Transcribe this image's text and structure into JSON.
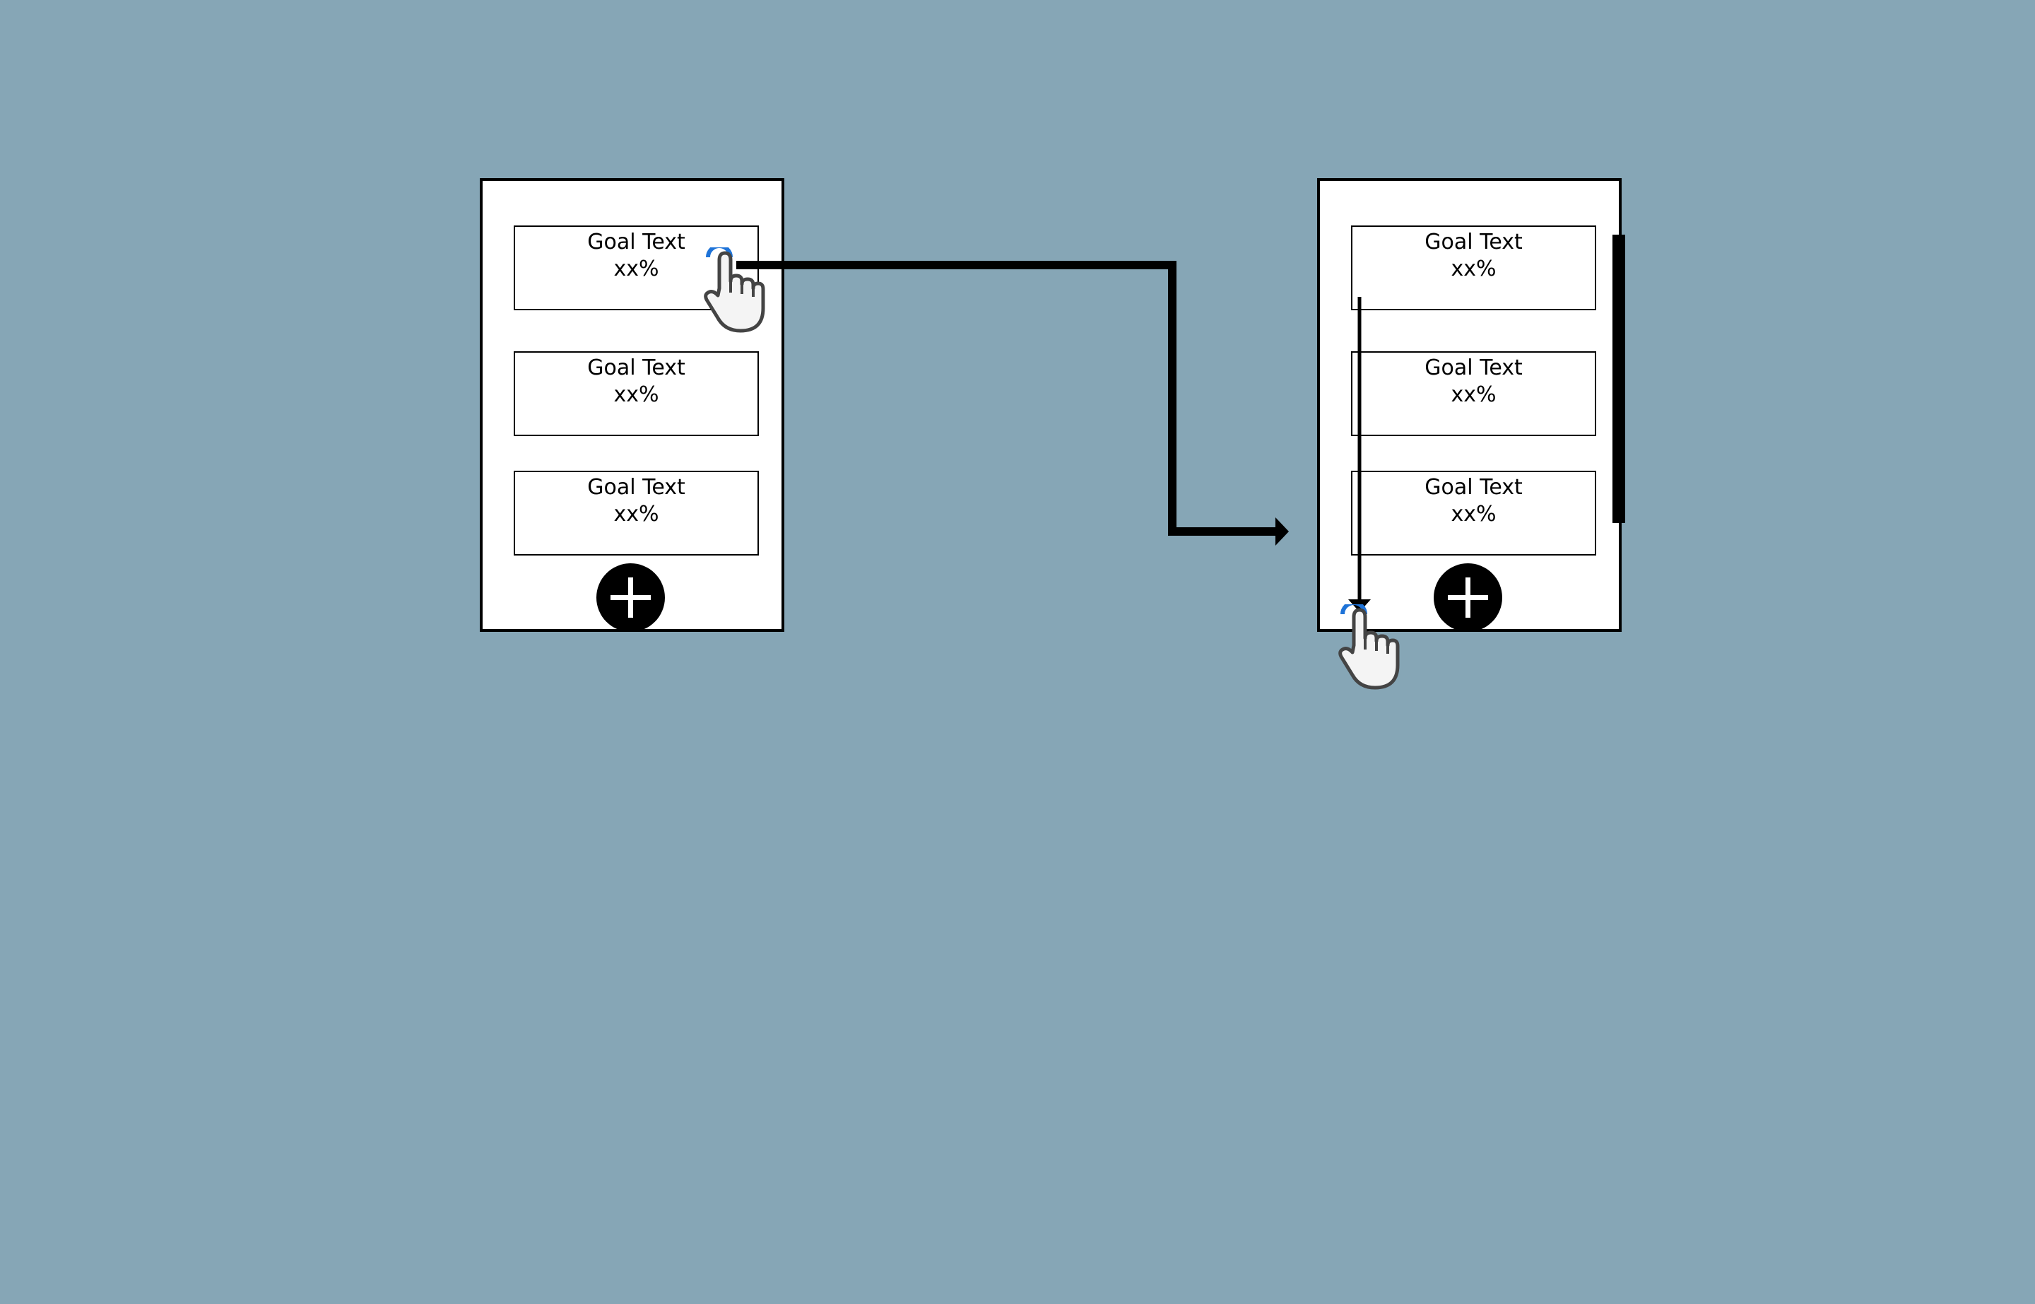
{
  "screens": [
    {
      "goals": [
        {
          "text": "Goal Text",
          "percent": "xx%"
        },
        {
          "text": "Goal Text",
          "percent": "xx%"
        },
        {
          "text": "Goal Text",
          "percent": "xx%"
        }
      ],
      "add_icon": "plus-icon",
      "gesture": "tap-icon"
    },
    {
      "goals": [
        {
          "text": "Goal Text",
          "percent": "xx%"
        },
        {
          "text": "Goal Text",
          "percent": "xx%"
        },
        {
          "text": "Goal Text",
          "percent": "xx%"
        }
      ],
      "add_icon": "plus-icon",
      "gesture": "swipe-down-icon"
    }
  ],
  "colors": {
    "background": "#86a6b6",
    "frame": "#000000",
    "screen": "#ffffff",
    "tap_ring": "#1e73d8",
    "hand_fill": "#f4f4f4",
    "hand_outline": "#444444"
  }
}
